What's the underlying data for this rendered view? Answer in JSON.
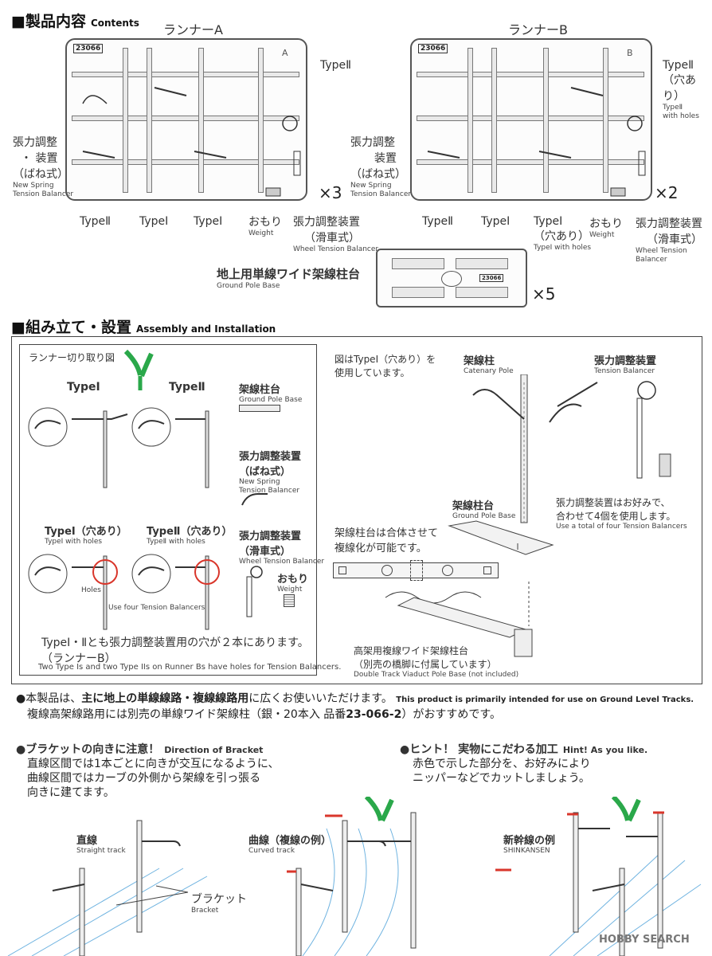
{
  "contents": {
    "title": "■製品内容",
    "title_en": "Contents",
    "runner_a": "ランナーA",
    "runner_b": "ランナーB",
    "code": "23066",
    "a_letter": "A",
    "b_letter": "B",
    "a_qty": "×3",
    "b_qty": "×2",
    "base_qty": "×5",
    "type1": "TypeⅠ",
    "type2": "TypeⅡ",
    "type2_top": "TypeⅡ",
    "spring_jp1": "張力調整",
    "spring_jp2": "・ 装置",
    "spring_jp2b": "装置",
    "spring_jp3": "（ばね式）",
    "spring_en1": "New Spring",
    "spring_en2": "Tension Balancer",
    "weight_jp": "おもり",
    "weight_en": "Weight",
    "wheel_jp1": "張力調整装置",
    "wheel_jp2": "（滑車式）",
    "wheel_en": "Wheel Tension Balancer",
    "holes_jp": "（穴あり）",
    "holes_en": "TypeⅠ with holes",
    "type2_holes_jp": "（穴あり）",
    "type2_holes_en1": "TypeⅡ",
    "type2_holes_en2": "with holes",
    "ground_base_jp": "地上用単線ワイド架線柱台",
    "ground_base_en": "Ground Pole Base"
  },
  "assembly": {
    "title": "■組み立て・設置",
    "title_en": "Assembly and Installation",
    "cutting_diagram": "ランナー切り取り図",
    "type1": "TypeⅠ",
    "type2": "TypeⅡ",
    "pole_base_jp": "架線柱台",
    "pole_base_en": "Ground Pole Base",
    "spring_jp1": "張力調整装置",
    "spring_jp2": "（ばね式）",
    "spring_en1": "New Spring",
    "spring_en2": "Tension Balancer",
    "type1_holes": "TypeⅠ（穴あり）",
    "type1_holes_en": "TypeⅠ with holes",
    "type2_holes": "TypeⅡ（穴あり）",
    "type2_holes_en": "TypeⅡ with holes",
    "wheel_jp1": "張力調整装置",
    "wheel_jp2": "（滑車式）",
    "wheel_en": "Wheel Tension Balancer",
    "holes": "Holes",
    "use_four": "Use four Tension Balancers",
    "weight_jp": "おもり",
    "weight_en": "Weight",
    "note_jp1": "TypeⅠ・Ⅱとも張力調整装置用の穴が２本にあります。",
    "note_jp2": "（ランナーB）",
    "note_en": "Two Type Is and two Type IIs on Runner Bs have holes for Tension Balancers.",
    "uses_note1": "図はTypeⅠ（穴あり）を",
    "uses_note2": "使用しています。",
    "catenary_jp": "架線柱",
    "catenary_en": "Catenary Pole",
    "tension_jp": "張力調整装置",
    "tension_en": "Tension Balancer",
    "base2_jp": "架線柱台",
    "base2_en": "Ground Pole Base",
    "tension_note1": "張力調整装置はお好みで、",
    "tension_note2": "合わせて4個を使用します。",
    "tension_note_en": "Use a total of four Tension Balancers",
    "combine1": "架線柱台は合体させて",
    "combine2": "複線化が可能です。",
    "viaduct_jp1": "高架用複線ワイド架線柱台",
    "viaduct_jp2": "（別売の橋脚に付属しています）",
    "viaduct_en": "Double Track Viaduct Pole Base (not included)"
  },
  "notes": {
    "line1_a": "●本製品は、",
    "line1_b": "主に地上の単線線路・複線線路用",
    "line1_c": "に広くお使いいただけます。",
    "line1_en": "This product is primarily intended for use on Ground Level Tracks.",
    "line2_a": "複線高架線路用には別売の単線ワイド架線柱（銀・20本入 品番",
    "line2_b": "23-066-2",
    "line2_c": "）がおすすめです。"
  },
  "bracket": {
    "title": "●ブラケットの向きに注意！",
    "title_en": "Direction of Bracket",
    "text1": "直線区間では1本ごとに向きが交互になるように、",
    "text2": "曲線区間ではカーブの外側から架線を引っ張る",
    "text3": "向きに建てます。",
    "straight_jp": "直線",
    "straight_en": "Straight track",
    "curved_jp": "曲線（複線の例）",
    "curved_en": "Curved track",
    "bracket_jp": "ブラケット",
    "bracket_en": "Bracket"
  },
  "hint": {
    "title": "●ヒント！ 実物にこだわる加工",
    "title_en": "Hint!  As you like.",
    "text1": "赤色で示した部分を、お好みにより",
    "text2": "ニッパーなどでカットしましょう。",
    "shinkansen_jp": "新幹線の例",
    "shinkansen_en": "SHINKANSEN"
  },
  "watermark": "HOBBY SEARCH",
  "colors": {
    "accent_green": "#2aa84a",
    "accent_red": "#d9362b",
    "track_blue": "#6fb3e0"
  }
}
